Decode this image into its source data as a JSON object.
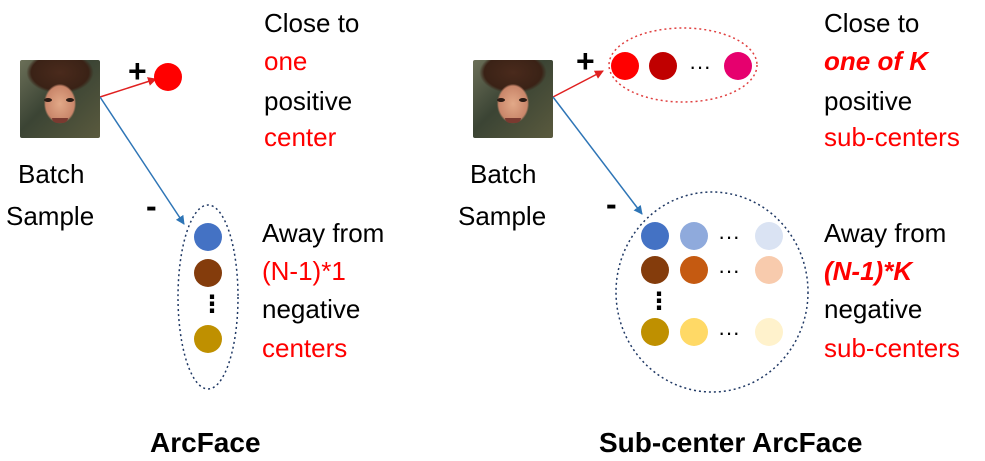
{
  "colors": {
    "text": "#000000",
    "highlight": "#ff0000",
    "connector_positive": "#e02020",
    "connector_negative": "#2e75b6",
    "positive_ring": "#e04040",
    "negative_ring": "#1f3864",
    "positive_centers": [
      "#ff0000",
      "#c00000",
      "#e6006e"
    ],
    "negative_centers": [
      "#4472c4",
      "#843c0c",
      "#bf9000"
    ],
    "negative_subcenters": [
      [
        "#4472c4",
        "#8faadc",
        "#dae3f3"
      ],
      [
        "#843c0c",
        "#c55a11",
        "#f8cbad"
      ],
      [
        "#bf9000",
        "#ffd966",
        "#fff2cc"
      ]
    ]
  },
  "arcface": {
    "sample_label": [
      "Batch",
      "Sample"
    ],
    "plus_sign": "+",
    "minus_sign": "-",
    "positive_text": [
      "Close to",
      "one",
      "positive",
      "center"
    ],
    "negative_text": [
      "Away from",
      "(N-1)*1",
      "negative",
      "centers"
    ],
    "vertical_ellipsis": "⋮",
    "title": "ArcFace"
  },
  "subcenter_arcface": {
    "sample_label": [
      "Batch",
      "Sample"
    ],
    "plus_sign": "+",
    "minus_sign": "-",
    "ellipsis": "···",
    "vertical_ellipsis": "⋮",
    "positive_text": [
      "Close to",
      "one of K",
      "positive",
      "sub-centers"
    ],
    "negative_text": [
      "Away from",
      "(N-1)*K",
      "negative",
      "sub-centers"
    ],
    "title": "Sub-center ArcFace"
  }
}
